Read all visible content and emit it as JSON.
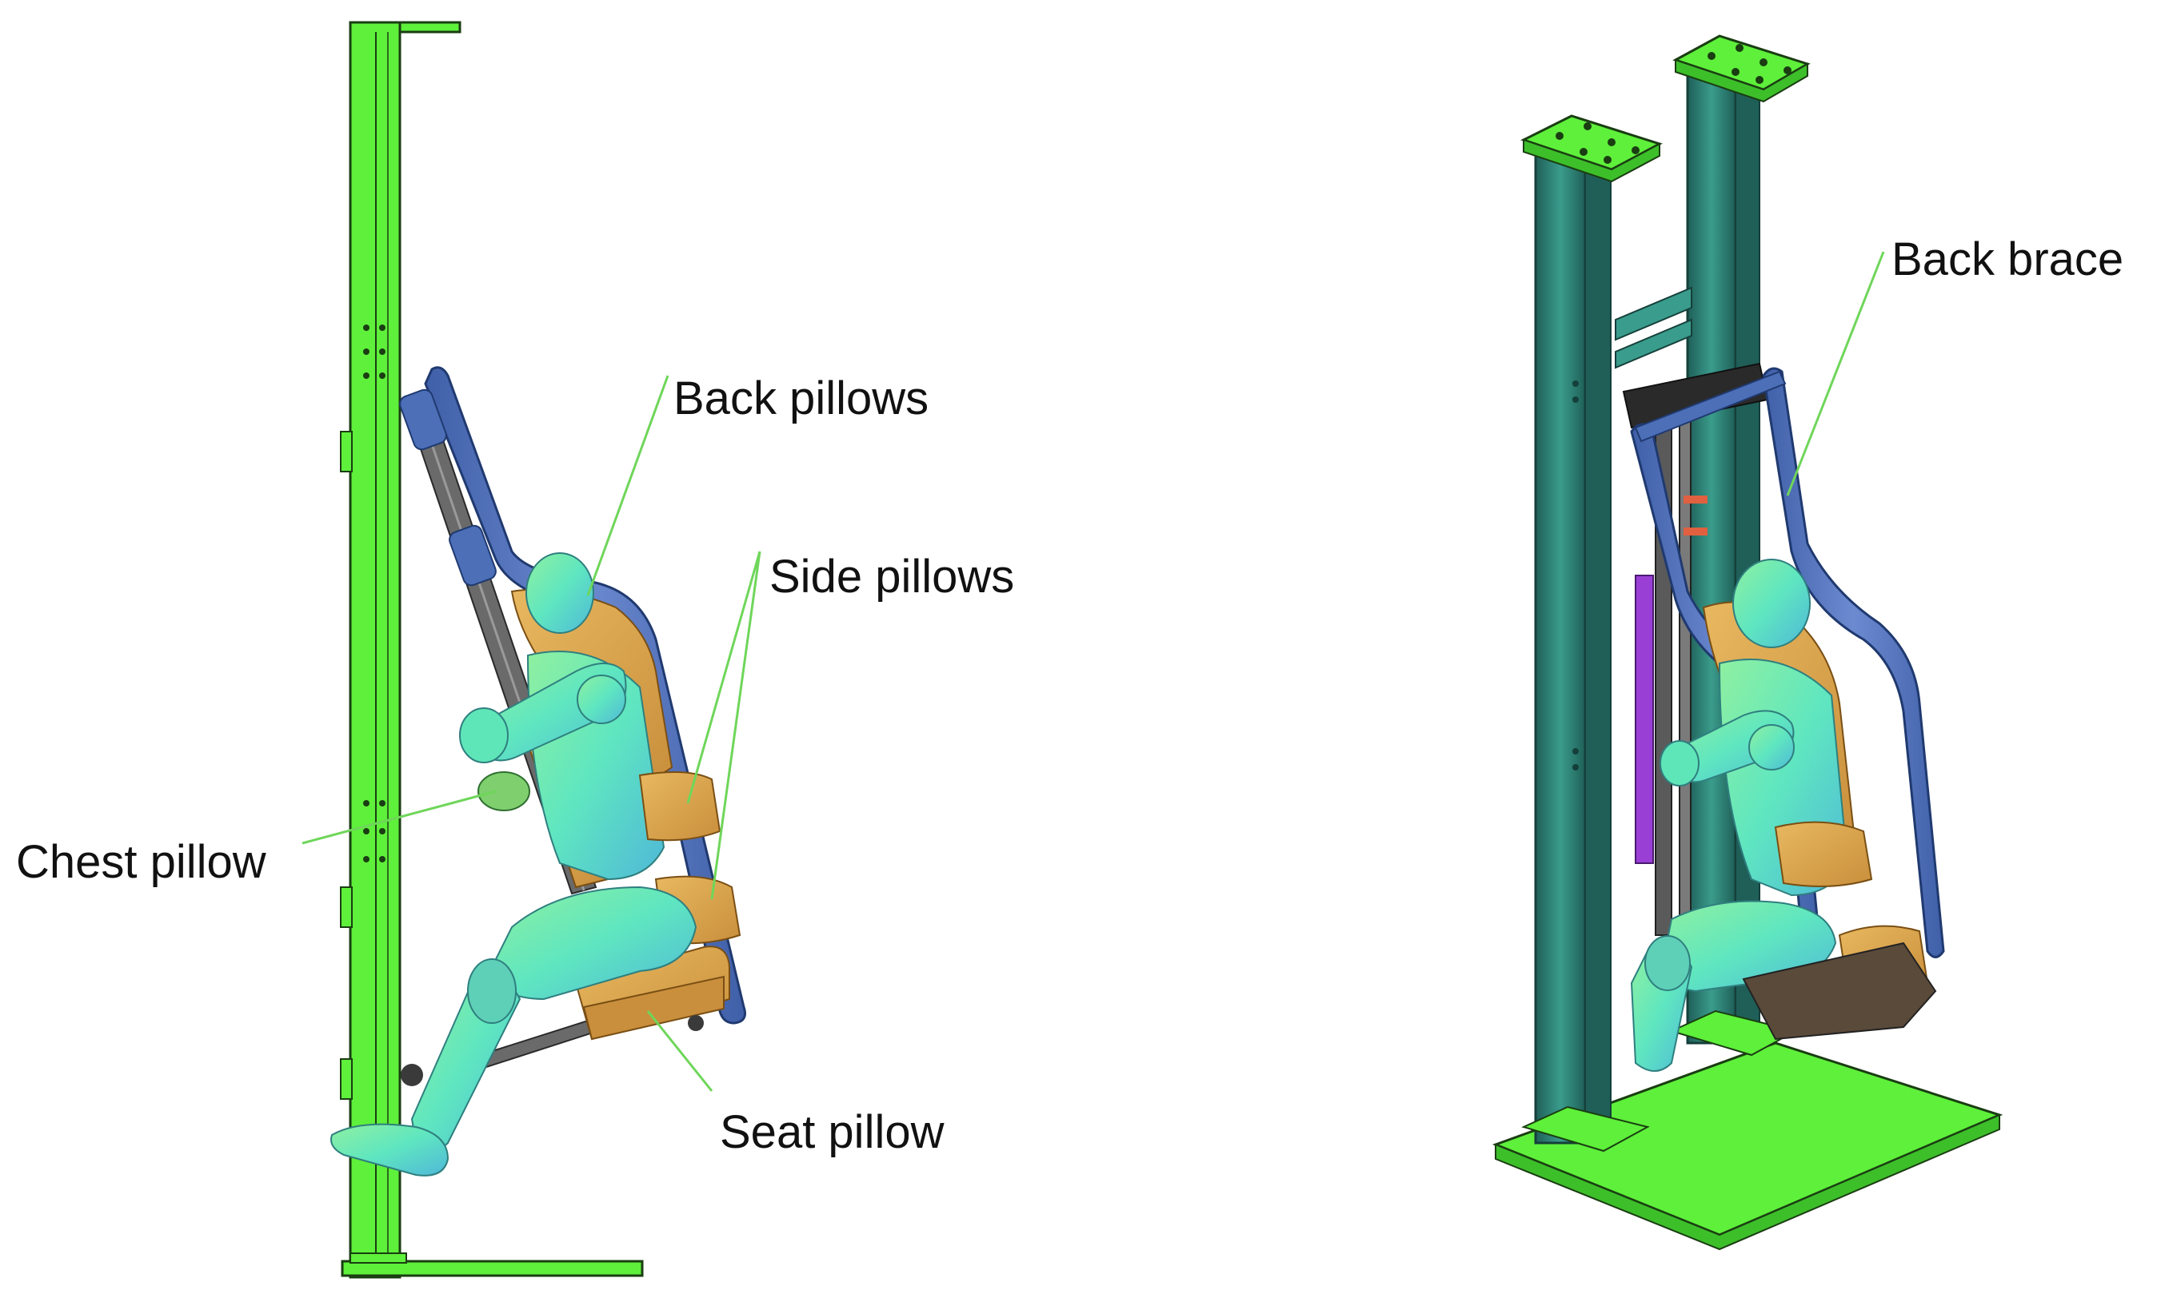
{
  "labels": {
    "back_pillows": "Back pillows",
    "side_pillows": "Side pillows",
    "chest_pillow": "Chest pillow",
    "seat_pillow": "Seat pillow",
    "back_brace": "Back brace"
  },
  "colors": {
    "frame_green": "#5ef03a",
    "frame_outline": "#1a3d12",
    "column_teal": "#2f8f7f",
    "column_dark": "#1f5f58",
    "brace_blue": "#4c6fb8",
    "pillow_orange": "#d9a54a",
    "dummy_cyan": "#5fe6b8",
    "dummy_green": "#7ae07a",
    "rail_gray": "#707070",
    "cylinder_purple": "#9a3fd6",
    "leader_line": "#6fd65a"
  }
}
